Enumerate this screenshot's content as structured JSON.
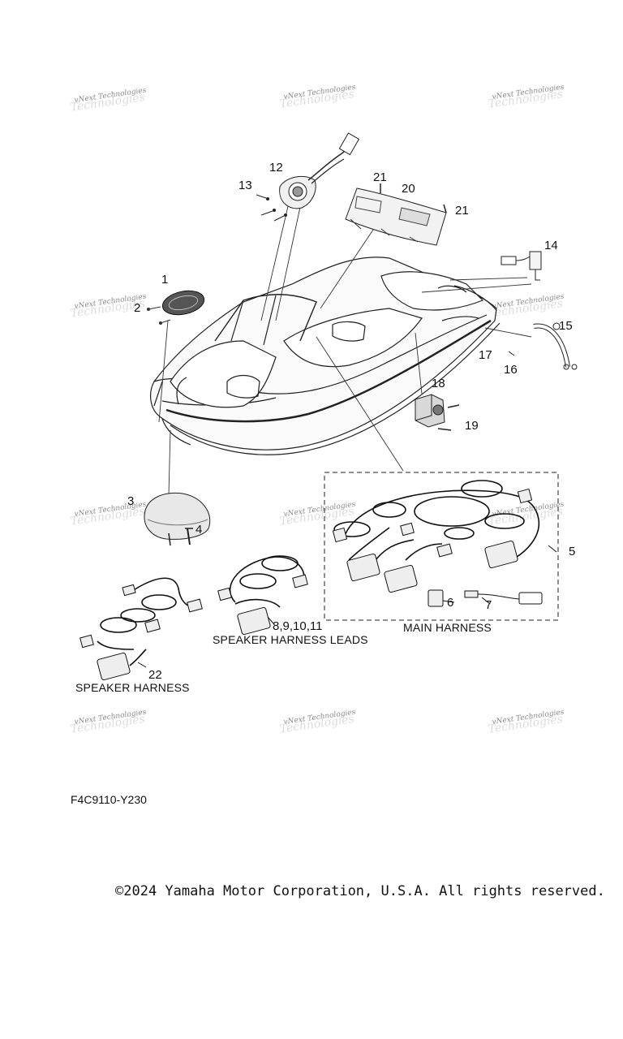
{
  "watermark": {
    "line1": "vNext Technologies",
    "line2": "Technologies"
  },
  "callouts": {
    "c1": "1",
    "c2": "2",
    "c3": "3",
    "c4": "4",
    "c5": "5",
    "c6": "6",
    "c7": "7",
    "c8": "8,9,10,11",
    "c12": "12",
    "c13": "13",
    "c14": "14",
    "c15": "15",
    "c16": "16",
    "c17": "17",
    "c18": "18",
    "c19": "19",
    "c20": "20",
    "c21a": "21",
    "c21b": "21",
    "c22": "22"
  },
  "labels": {
    "main_harness": "MAIN HARNESS",
    "speaker_harness_leads": "SPEAKER HARNESS LEADS",
    "speaker_harness": "SPEAKER HARNESS"
  },
  "diagram_code": "F4C9110-Y230",
  "copyright": "©2024 Yamaha Motor Corporation, U.S.A. All rights reserved."
}
